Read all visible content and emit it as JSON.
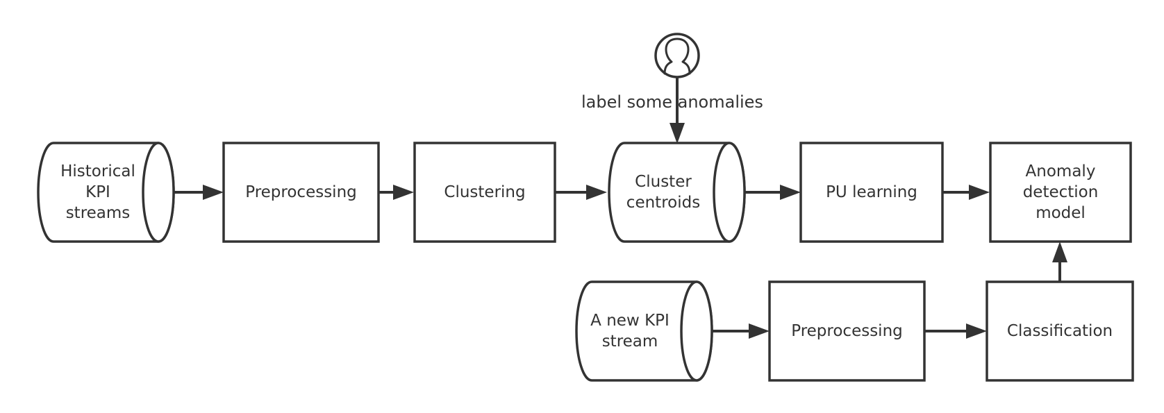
{
  "nodes": {
    "historical_kpi": {
      "label": "Historical\nKPI\nstreams"
    },
    "preprocessing_1": {
      "label": "Preprocessing"
    },
    "clustering": {
      "label": "Clustering"
    },
    "cluster_centroids": {
      "label": "Cluster\ncentroids"
    },
    "pu_learning": {
      "label": "PU learning"
    },
    "anomaly_model": {
      "label": "Anomaly\ndetection\nmodel"
    },
    "new_kpi": {
      "label": "A new KPI\nstream"
    },
    "preprocessing_2": {
      "label": "Preprocessing"
    },
    "classification": {
      "label": "Classification"
    },
    "operator": {
      "icon": "user-icon"
    }
  },
  "edges": {
    "label_anomalies": "label some anomalies"
  },
  "colors": {
    "stroke": "#333333",
    "fill": "#ffffff",
    "text": "#333333"
  }
}
